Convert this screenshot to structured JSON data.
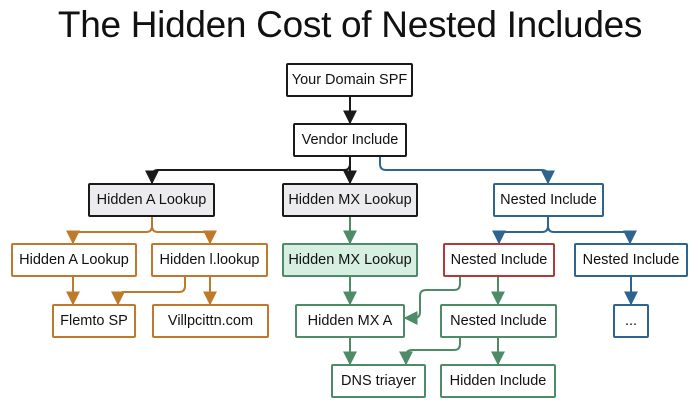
{
  "title": "The Hidden Cost of Nested Includes",
  "nodes": {
    "root": "Your Domain SPF",
    "vendor": "Vendor Include",
    "hidden_a_top": "Hidden A Lookup",
    "hidden_mx_top": "Hidden MX Lookup",
    "nested_top": "Nested Include",
    "hidden_a_left": "Hidden A Lookup",
    "hidden_lookup": "Hidden l.lookup",
    "hidden_mx_mid": "Hidden MX Lookup",
    "nested_red": "Nested Include",
    "nested_right": "Nested Include",
    "flemto": "Flemto SP",
    "villpcittn": "Villpcittn.com",
    "hidden_mx_a": "Hidden MX A",
    "nested_green": "Nested Include",
    "ellipsis": "...",
    "dns_triayer": "DNS triayer",
    "hidden_include": "Hidden Include"
  },
  "colors": {
    "black": "#1a1a1a",
    "orange": "#c0792a",
    "green": "#4e8c68",
    "blue": "#2e6590",
    "red": "#b03a3a",
    "gray_fill": "#ececee",
    "green_fill": "#d6efe1"
  }
}
